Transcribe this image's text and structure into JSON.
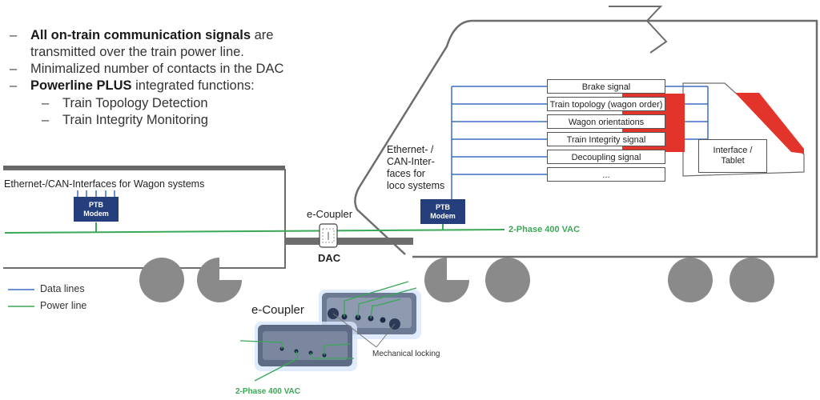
{
  "bullets": {
    "b1_bold": "All on-train communication signals",
    "b1_rest": " are",
    "b1_cont": "transmitted over the train power line.",
    "b2": "Minimalized number of contacts in the DAC",
    "b3_bold": "Powerline PLUS",
    "b3_rest": " integrated functions:",
    "sub1": "Train Topology Detection",
    "sub2": "Train Integrity Monitoring",
    "dash": "–"
  },
  "wagon": {
    "interfaces_label": "Ethernet-/CAN-Interfaces for Wagon systems",
    "modem": [
      "PTB",
      "Modem"
    ]
  },
  "loco": {
    "interfaces_label": [
      "Ethernet- /",
      "CAN-Inter-",
      "faces for",
      "loco systems"
    ],
    "modem": [
      "PTB",
      "Modem"
    ],
    "signals": [
      "Brake signal",
      "Train topology (wagon order)",
      "Wagon orientations",
      "Train Integrity signal",
      "Decoupling signal",
      "..."
    ],
    "interface_box": [
      "Interface /",
      "Tablet"
    ]
  },
  "coupler": {
    "label": "e-Coupler",
    "dac_label": "DAC"
  },
  "power": {
    "label": "2-Phase 400 VAC"
  },
  "legend": {
    "data_lines": "Data lines",
    "power_line": "Power line",
    "data_color": "#3b6fc4",
    "power_color": "#3aa856"
  },
  "photo": {
    "title": "e-Coupler",
    "locking": "Mechanical locking",
    "power_label": "2-Phase 400 VAC"
  }
}
